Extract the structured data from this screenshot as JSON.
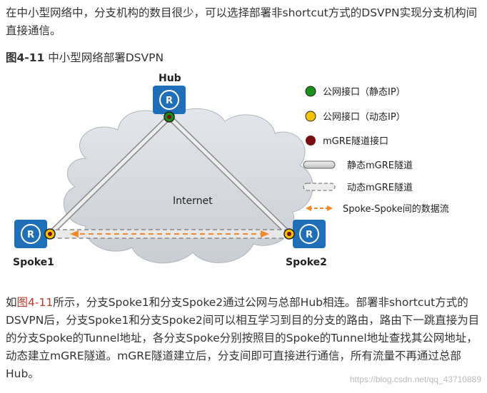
{
  "intro": {
    "text": "在中小型网络中，分支机构的数目很少，可以选择部署非shortcut方式的DSVPN实现分支机构间直接通信。"
  },
  "caption": {
    "number": "图4-11",
    "title": "中小型网络部署DSVPN"
  },
  "diagram": {
    "cloud_label": "Internet",
    "hub_label": "Hub",
    "spoke1_label": "Spoke1",
    "spoke2_label": "Spoke2",
    "colors": {
      "static_ip": "#1a8f1a",
      "dynamic_ip": "#f5c400",
      "mgre": "#7a0d0d",
      "router": "#1f6fb8",
      "arrow": "#f08a2c"
    },
    "legend": {
      "static_ip": "公网接口（静态IP）",
      "dynamic_ip": "公网接口（动态IP）",
      "mgre": "mGRE隧道接口",
      "static_tunnel": "静态mGRE隧道",
      "dynamic_tunnel": "动态mGRE隧道",
      "data_flow": "Spoke-Spoke间的数据流"
    }
  },
  "body": {
    "prefix": "如",
    "link": "图4-11",
    "text": "所示，分支Spoke1和分支Spoke2通过公网与总部Hub相连。部署非shortcut方式的DSVPN后，分支Spoke1和分支Spoke2间可以相互学习到目的分支的路由，路由下一跳直接为目的分支Spoke的Tunnel地址，各分支Spoke分别按照目的Spoke的Tunnel地址查找其公网地址，动态建立mGRE隧道。mGRE隧道建立后，分支间即可直接进行通信，所有流量不再通过总部Hub。"
  },
  "watermark": "https://blog.csdn.net/qq_43710889"
}
